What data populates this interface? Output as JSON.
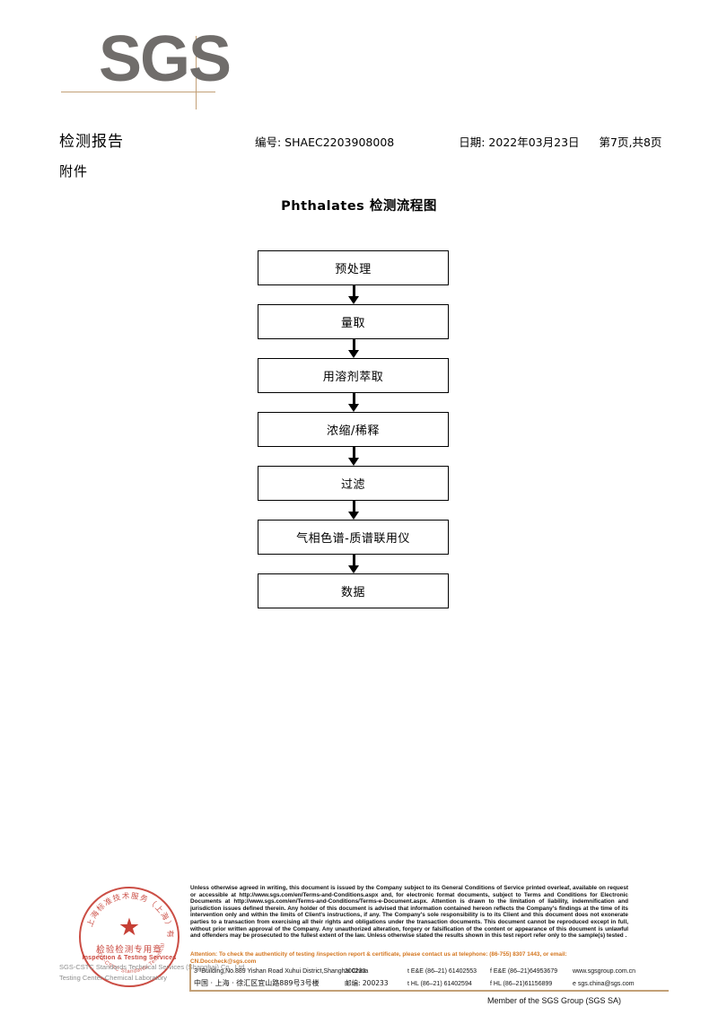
{
  "logo": {
    "wordmark": "SGS"
  },
  "header": {
    "title": "检测报告",
    "subtitle": "附件",
    "report_no": "编号: SHAEC2203908008",
    "date": "日期: 2022年03月23日",
    "pagination": "第7页,共8页"
  },
  "flowchart": {
    "title": "Phthalates 检测流程图",
    "steps": [
      {
        "label": "预处理"
      },
      {
        "label": "量取"
      },
      {
        "label": "用溶剂萃取"
      },
      {
        "label": "浓缩/稀释"
      },
      {
        "label": "过滤"
      },
      {
        "label": "气相色谱-质谱联用仪"
      },
      {
        "label": "数据"
      }
    ]
  },
  "seal": {
    "arc_top_text": "上海标准技术服务（上海）有限公司",
    "chinese": "检验检测专用章",
    "english": "Inspection & Testing Services",
    "star": "★",
    "color": "#c4352b"
  },
  "company": {
    "line1": "SGS-CSTC Standards Technical Services (Shanghai) Co., Ltd.",
    "line2": "Testing Center-Chemical Laboratory"
  },
  "legal": {
    "body": "Unless otherwise agreed in writing, this document is issued by the Company subject to its General Conditions of Service printed overleaf, available on request or accessible at http://www.sgs.com/en/Terms-and-Conditions.aspx and, for electronic format documents, subject to Terms and Conditions for Electronic Documents at http://www.sgs.com/en/Terms-and-Conditions/Terms-e-Document.aspx. Attention is drawn to the limitation of liability, indemnification and jurisdiction issues defined therein. Any holder of this document is advised that information contained hereon reflects the Company's findings at the time of its intervention only and within the limits of Client's instructions, if any. The Company's sole responsibility is to its Client and this document does not exonerate parties to a transaction from exercising all their rights and obligations under the transaction documents. This document cannot be reproduced except in full, without prior written approval of the Company. Any unauthorized alteration, forgery or falsification of the content or appearance of this document is unlawful and offenders may be prosecuted to the fullest extent of the law. Unless otherwise stated the results shown in this test report refer only to the sample(s) tested .",
    "attention": "Attention: To check the authenticity of testing /inspection report & certificate, please contact us at telephone: (86-755) 8307 1443, or email: CN.Doccheck@sgs.com",
    "attention_color": "#d4761f"
  },
  "address": {
    "rows": [
      {
        "addr": "3ʳᵈBuilding,No.889 Yishan Road Xuhui District,Shanghai China",
        "zip": "200233",
        "tel": "t E&E (86–21) 61402553",
        "fax": "f E&E (86–21)64953679",
        "web": "www.sgsgroup.com.cn"
      },
      {
        "addr": "中国 · 上海 · 徐汇区宜山路889号3号楼",
        "zip": "邮编: 200233",
        "tel": "t HL (86–21) 61402594",
        "fax": "f HL (86–21)61156899",
        "web": "e  sgs.china@sgs.com"
      }
    ]
  },
  "footer": {
    "member_line": "Member of the SGS Group (SGS SA)"
  },
  "colors": {
    "sgs_gray": "#706d6b",
    "tan_rule": "#c3a077",
    "seal_red": "#c4352b",
    "attention_orange": "#d4761f"
  }
}
